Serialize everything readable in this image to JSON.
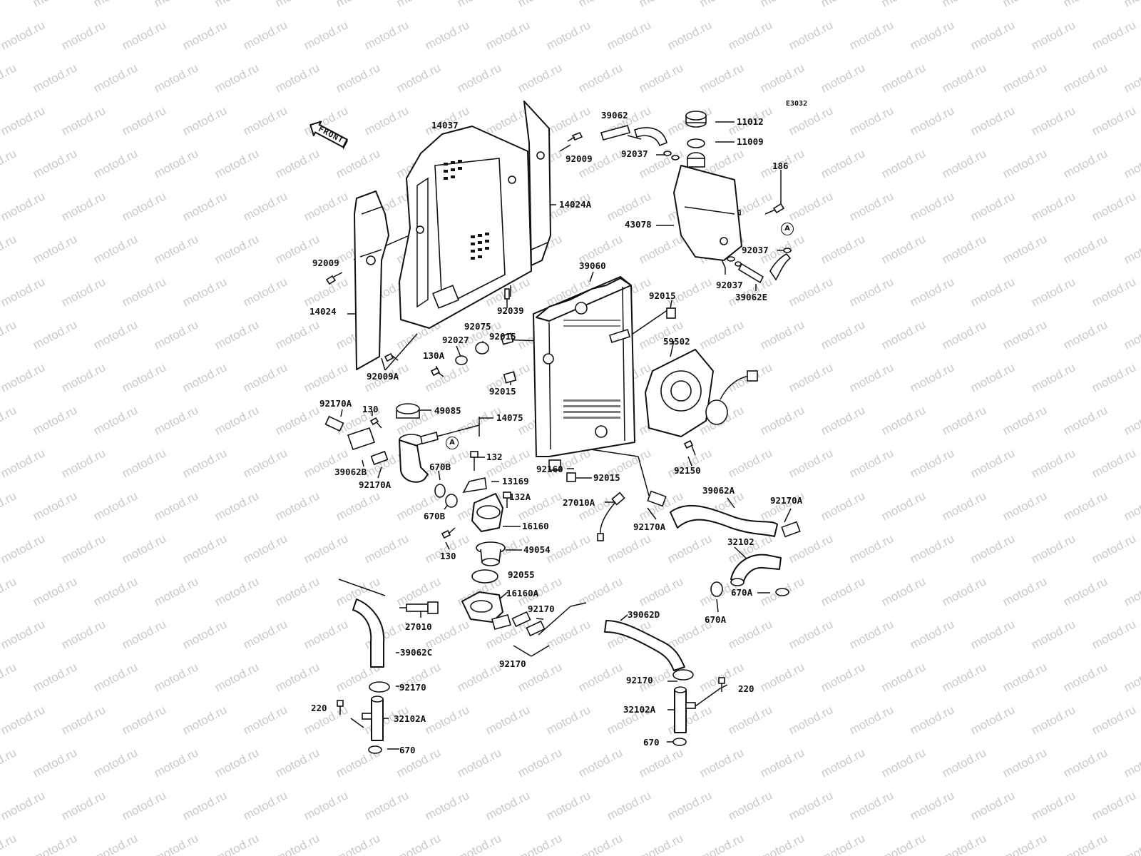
{
  "diagram": {
    "code": "E3032",
    "front_label": "FRONT",
    "watermark": "motod.ru",
    "callout_ref": "A",
    "labels": {
      "p14037": "14037",
      "p92009_top": "92009",
      "p14024A": "14024A",
      "p92009_left": "92009",
      "p14024": "14024",
      "p92009A": "92009A",
      "p130A": "130A",
      "p92027": "92027",
      "p92075": "92075",
      "p92015_a": "92015",
      "p92015_b": "92015",
      "p92039": "92039",
      "p39060": "39060",
      "p92015_c": "92015",
      "p59502": "59502",
      "p92150": "92150",
      "p39062": "39062",
      "p92037_top": "92037",
      "p11012": "11012",
      "p11009": "11009",
      "p186": "186",
      "p43078": "43078",
      "p92037_mid": "92037",
      "p92037_low": "92037",
      "p39062E": "39062E",
      "p92170A_1": "92170A",
      "p130_top": "130",
      "p49085": "49085",
      "p14075": "14075",
      "p39062B": "39062B",
      "p92170A_2": "92170A",
      "p670B_1": "670B",
      "p132": "132",
      "p13169": "13169",
      "p670B_2": "670B",
      "p132A": "132A",
      "p16160": "16160",
      "p130_low": "130",
      "p49054": "49054",
      "p92160": "92160",
      "p92015_d": "92015",
      "p27010A": "27010A",
      "p92170A_3": "92170A",
      "p39062A": "39062A",
      "p92170A_4": "92170A",
      "p32102": "32102",
      "p670A_1": "670A",
      "p670A_2": "670A",
      "p92055": "92055",
      "p16160A": "16160A",
      "p27010": "27010",
      "p92170_1": "92170",
      "p92170_2": "92170",
      "p39062D": "39062D",
      "p39062C": "39062C",
      "p92170_3": "92170",
      "p220_left": "220",
      "p32102A_left": "32102A",
      "p670_left": "670",
      "p92170_4": "92170",
      "p220_right": "220",
      "p32102A_right": "32102A",
      "p670_right": "670"
    }
  }
}
